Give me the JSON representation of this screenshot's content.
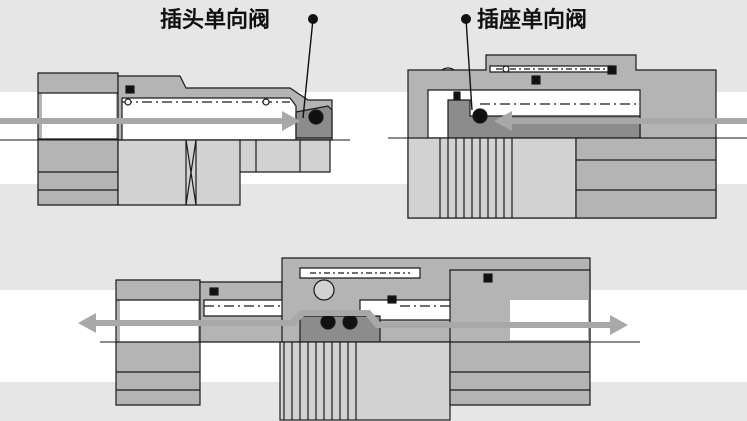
{
  "labels": {
    "plug_valve": "插头单向阀",
    "socket_valve": "插座单向阀"
  },
  "colors": {
    "background": "#e6e6e6",
    "body_fill": "#b4b4b4",
    "body_light": "#d2d2d2",
    "body_dark": "#8c8c8c",
    "outline": "#1a1a1a",
    "flow_band": "#ffffff",
    "flow_arrow": "#a8a8a8",
    "seal": "#111111"
  },
  "icons": {
    "label_marker": "filled-circle-with-leader-line",
    "flow_direction": "arrow"
  }
}
